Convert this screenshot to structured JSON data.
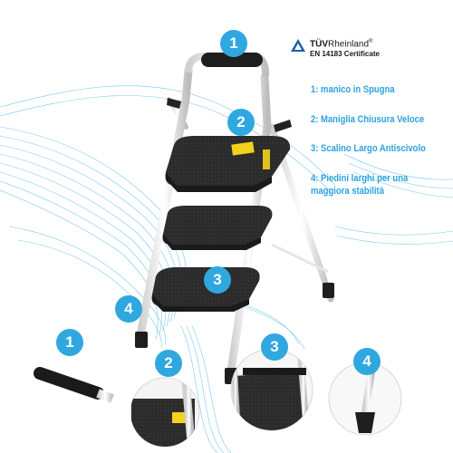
{
  "certification": {
    "brand_bold": "TÜV",
    "brand_rest": "Rheinland",
    "registered": "®",
    "standard": "EN 14183 Certificate"
  },
  "features": [
    {
      "number": "1",
      "text": "1: manico in Spugna"
    },
    {
      "number": "2",
      "text": "2: Maniglia Chiusura Veloce"
    },
    {
      "number": "3",
      "text": "3: Scalino Largo Antiscivolo"
    },
    {
      "number": "4",
      "text": "4: Piedini larghi per una maggiora stabilità"
    }
  ],
  "detail_badges": [
    "1",
    "2",
    "3",
    "4"
  ],
  "colors": {
    "accent": "#2fa8e0",
    "frame": "#f2f2f2",
    "step": "#2c2c2c",
    "grip": "#1e1e1e",
    "label": "#f4d21c"
  }
}
